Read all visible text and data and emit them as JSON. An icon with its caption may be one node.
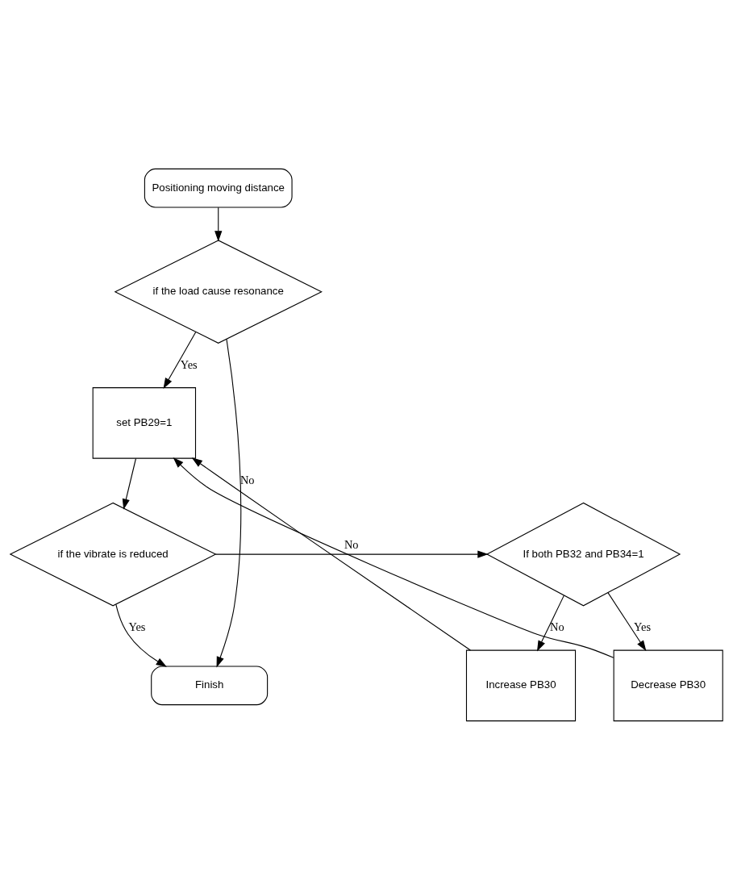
{
  "diagram": {
    "nodes": [
      {
        "text": [
          "Positioning moving distance"
        ]
      },
      {
        "text": [
          "if the load cause resonance"
        ]
      },
      {
        "text": [
          "set PB29=1"
        ]
      },
      {
        "text": [
          "if the vibrate is reduced"
        ]
      },
      {
        "text": [
          "If both PB32 and PB34=1"
        ]
      },
      {
        "text": [
          "Decrease PB30"
        ]
      },
      {
        "text": [
          "Increase PB30"
        ]
      },
      {
        "text": [
          "Finish"
        ]
      }
    ],
    "edges": [
      {
        "from": 0,
        "to": 1,
        "arrow": "to"
      },
      {
        "from": 1,
        "to": 2,
        "arrow": "to",
        "label": "Yes"
      },
      {
        "from": 1,
        "to": 7,
        "arrow": "to",
        "label": "No"
      },
      {
        "from": 2,
        "to": 3,
        "arrow": "to"
      },
      {
        "from": 3,
        "to": 7,
        "arrow": "to",
        "label": "Yes"
      },
      {
        "from": 3,
        "to": 4,
        "arrow": "to",
        "label": "No"
      },
      {
        "from": 4,
        "to": 5,
        "arrow": "to",
        "label": "Yes"
      },
      {
        "from": 4,
        "to": 6,
        "arrow": "to",
        "label": "No"
      },
      {
        "from": 5,
        "to": 2,
        "arrow": "to"
      },
      {
        "from": 6,
        "to": 2,
        "arrow": "to"
      }
    ]
  }
}
